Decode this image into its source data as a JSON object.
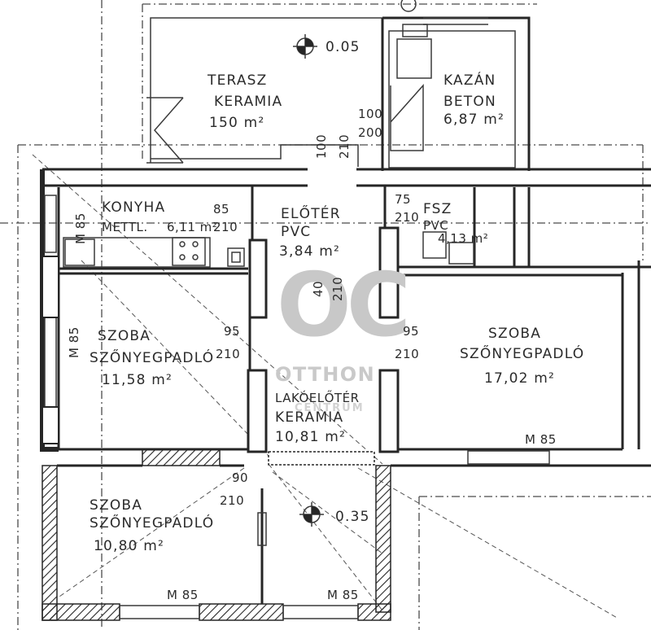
{
  "rooms": {
    "terasz": {
      "name": "TERASZ",
      "floor": "KERAMIA",
      "area": "150 m²"
    },
    "kazan": {
      "name": "KAZÁN",
      "floor": "BETON",
      "area": "6,87 m²"
    },
    "konyha": {
      "name": "KONYHA",
      "floor": "METTL.",
      "area": "6,11 m²"
    },
    "eloter": {
      "name": "ELŐTÉR",
      "floor": "PVC",
      "area": "3,84 m²"
    },
    "fsz": {
      "name": "FSZ",
      "floor": "PVC",
      "area": "4,13 m²"
    },
    "szoba1": {
      "name": "SZOBA",
      "floor": "SZŐNYEGPADLÓ",
      "area": "11,58 m²"
    },
    "szoba2": {
      "name": "SZOBA",
      "floor": "SZŐNYEGPADLÓ",
      "area": "17,02 m²"
    },
    "lako": {
      "name": "LAKÓELŐTÉR",
      "floor": "KERAMIA",
      "area": "10,81 m²"
    },
    "szoba3": {
      "name": "SZOBA",
      "floor": "SZŐNYEGPADLÓ",
      "area": "10,80 m²"
    }
  },
  "levels": {
    "terrace": "0.05",
    "hall": "0.35"
  },
  "dimensions": {
    "d100": "100",
    "d200": "200",
    "d100v": "100",
    "d210v": "210",
    "d85a": "85",
    "d210a": "210",
    "d75": "75",
    "d210b": "210",
    "dm85left": "M 85",
    "dm85kitchen": "M 85",
    "d40": "40",
    "d210c": "210",
    "d95a": "95",
    "d210d": "210",
    "d95b": "95",
    "d210e": "210",
    "d90": "90",
    "d210f": "210",
    "m85right": "M 85",
    "m85bl": "M 85",
    "m85bc": "M 85"
  },
  "watermark": {
    "logo": "OC",
    "line1": "OTTHON",
    "line2": "CENTRUM"
  },
  "colors": {
    "ink": "#262626",
    "watermark": "#c9c9c9"
  }
}
